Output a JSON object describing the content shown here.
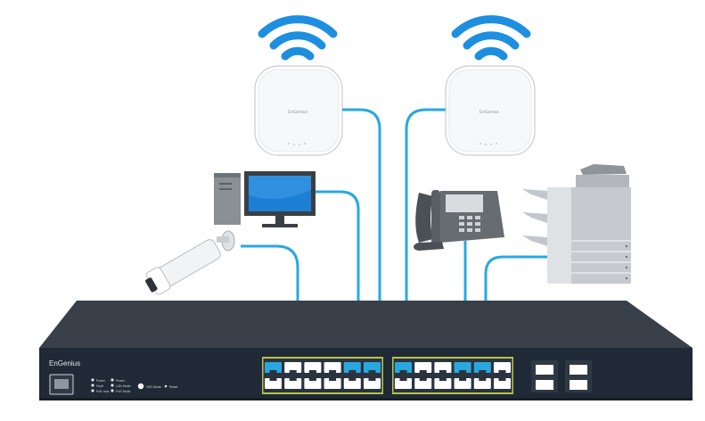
{
  "switch": {
    "brand": "EnGenius",
    "leds": [
      {
        "label": "Power"
      },
      {
        "label": "Fault"
      },
      {
        "label": "PoE-max"
      },
      {
        "label": "Power"
      },
      {
        "label": "LAN Mode"
      },
      {
        "label": "PoE Mode"
      }
    ],
    "led_mode_label": "LED Mode",
    "reset_label": "Reset"
  },
  "access_point": {
    "brand": "EnGenius"
  },
  "colors": {
    "cable": "#29a8e0",
    "wifi": "#1e8fe0",
    "switch_body": "#3a4049",
    "switch_face": "#1f2a36",
    "port_active": "#29a8e0",
    "port_inactive": "#ffffff"
  },
  "icons": {
    "wifi_left": "wifi-icon",
    "wifi_right": "wifi-icon",
    "access_point_left": "access-point-icon",
    "access_point_right": "access-point-icon",
    "desktop": "desktop-computer-icon",
    "camera": "security-camera-icon",
    "phone": "ip-phone-icon",
    "printer": "multifunction-printer-icon",
    "switch": "network-switch-icon"
  }
}
